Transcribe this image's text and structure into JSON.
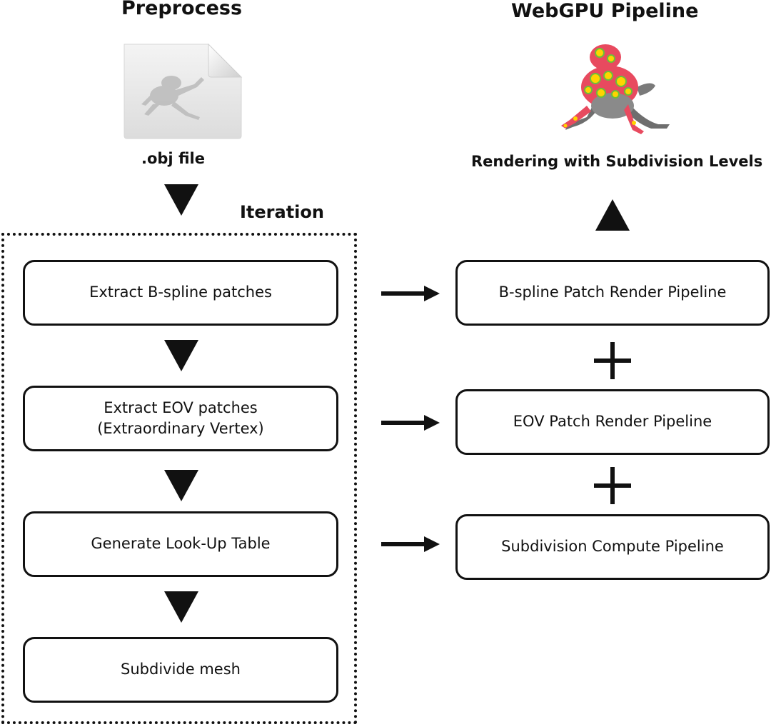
{
  "preprocess": {
    "title": "Preprocess",
    "file_label": ".obj file",
    "file_icon": "document-file-icon"
  },
  "iteration": {
    "title": "Iteration",
    "steps": [
      "Extract B-spline patches",
      "Extract EOV patches\n(Extraordinary Vertex)",
      "Generate Look-Up Table",
      "Subdivide mesh"
    ]
  },
  "webgpu": {
    "title": "WebGPU Pipeline",
    "render_label": "Rendering with Subdivision Levels",
    "pipelines": [
      "B-spline Patch Render Pipeline",
      "EOV Patch Render Pipeline",
      "Subdivision Compute Pipeline"
    ]
  }
}
